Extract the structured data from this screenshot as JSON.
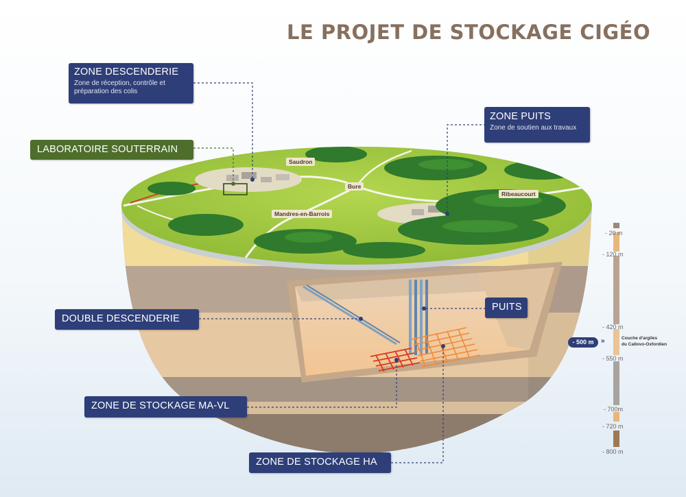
{
  "title": "LE PROJET DE STOCKAGE CIGÉO",
  "labels": {
    "zone_descenderie": {
      "title": "ZONE DESCENDERIE",
      "sub": "Zone de réception, contrôle et\npréparation des colis"
    },
    "laboratoire": {
      "title": "LABORATOIRE SOUTERRAIN"
    },
    "zone_puits": {
      "title": "ZONE PUITS",
      "sub": "Zone de soutien aux travaux"
    },
    "puits": {
      "title": "PUITS"
    },
    "double_descenderie": {
      "title": "DOUBLE DESCENDERIE"
    },
    "stockage_mavl": {
      "title": "ZONE DE STOCKAGE MA-VL"
    },
    "stockage_ha": {
      "title": "ZONE DE STOCKAGE HA"
    }
  },
  "villages": {
    "saudron": "Saudron",
    "bure": "Bure",
    "ribeaucourt": "Ribeaucourt",
    "mandres": "Mandres-en-Barrois"
  },
  "depth_scale": {
    "marks": [
      "- 20 m",
      "- 120 m",
      "- 420 m",
      "- 550 m",
      "- 700m",
      "- 720 m",
      "- 800 m"
    ],
    "badge": "- 500 m",
    "arrows": "»",
    "clay_label": "Couche d'argiles\ndu Callovo-Oxfordien"
  },
  "colors": {
    "label_blue": "#2e3e78",
    "label_green": "#4e6e2b",
    "title_brown": "#86705f",
    "grass": "#9cc43c",
    "forest": "#2f7a2c",
    "mavl_zone": "#d83a22",
    "ha_zone": "#f08a3a"
  }
}
